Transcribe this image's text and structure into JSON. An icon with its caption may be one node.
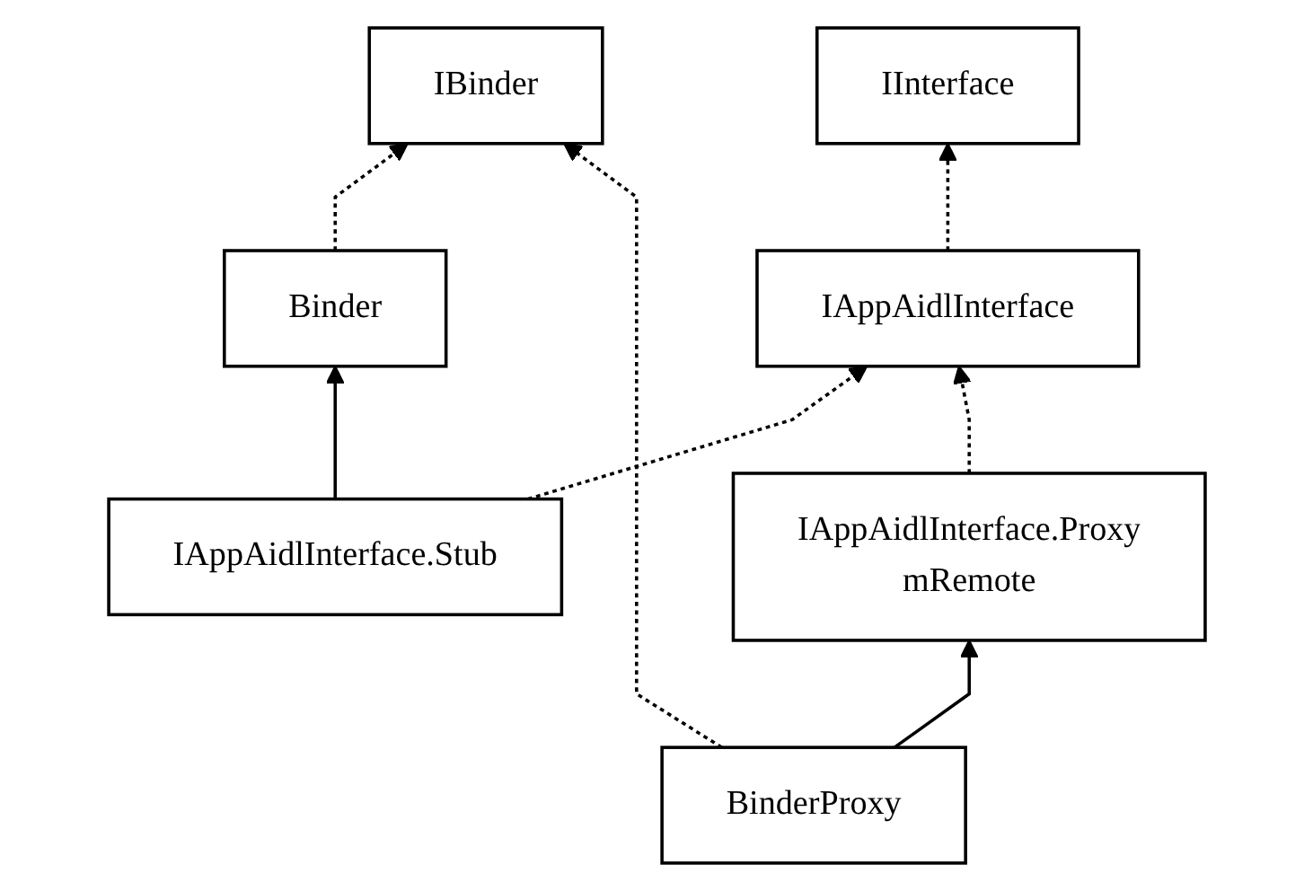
{
  "diagram": {
    "nodes": [
      {
        "text": [
          "IBinder"
        ]
      },
      {
        "text": [
          "IInterface"
        ]
      },
      {
        "text": [
          "Binder"
        ]
      },
      {
        "text": [
          "IAppAidlInterface"
        ]
      },
      {
        "text": [
          "BinderProxy"
        ]
      },
      {
        "text": [
          "IAppAidlInterface.Stub"
        ]
      },
      {
        "text": [
          "IAppAidlInterface.Proxy",
          "mRemote"
        ]
      }
    ],
    "edges": [
      {
        "from": 2,
        "to": 0,
        "arrow": "to",
        "style": "dashed"
      },
      {
        "from": 4,
        "to": 0,
        "arrow": "to",
        "style": "dashed"
      },
      {
        "from": 3,
        "to": 1,
        "arrow": "to",
        "style": "dashed"
      },
      {
        "from": 5,
        "to": 2,
        "arrow": "to"
      },
      {
        "from": 5,
        "to": 3,
        "arrow": "to",
        "style": "dashed"
      },
      {
        "from": 6,
        "to": 3,
        "arrow": "to",
        "style": "dashed"
      },
      {
        "from": 4,
        "to": 6,
        "arrow": "to"
      }
    ]
  }
}
